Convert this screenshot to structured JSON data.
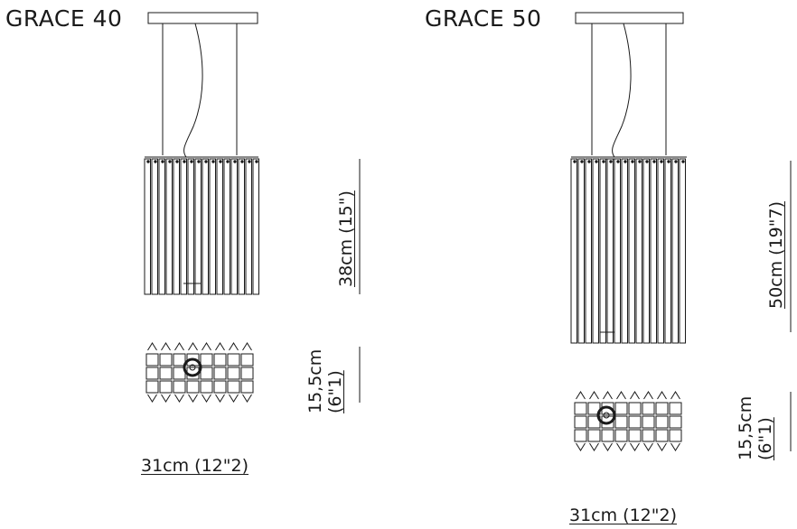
{
  "products": [
    {
      "title": "GRACE 40",
      "height_label": "38cm (15\")",
      "depth_label_top": "15,5cm",
      "depth_label_bottom": "(6\"1)",
      "width_label": "31cm (12\"2)"
    },
    {
      "title": "GRACE 50",
      "height_label": "50cm (19\"7)",
      "depth_label_top": "15,5cm",
      "depth_label_bottom": "(6\"1)",
      "width_label": "31cm (12\"2)"
    }
  ],
  "colors": {
    "line": "#1a1a1a",
    "background": "#ffffff"
  }
}
